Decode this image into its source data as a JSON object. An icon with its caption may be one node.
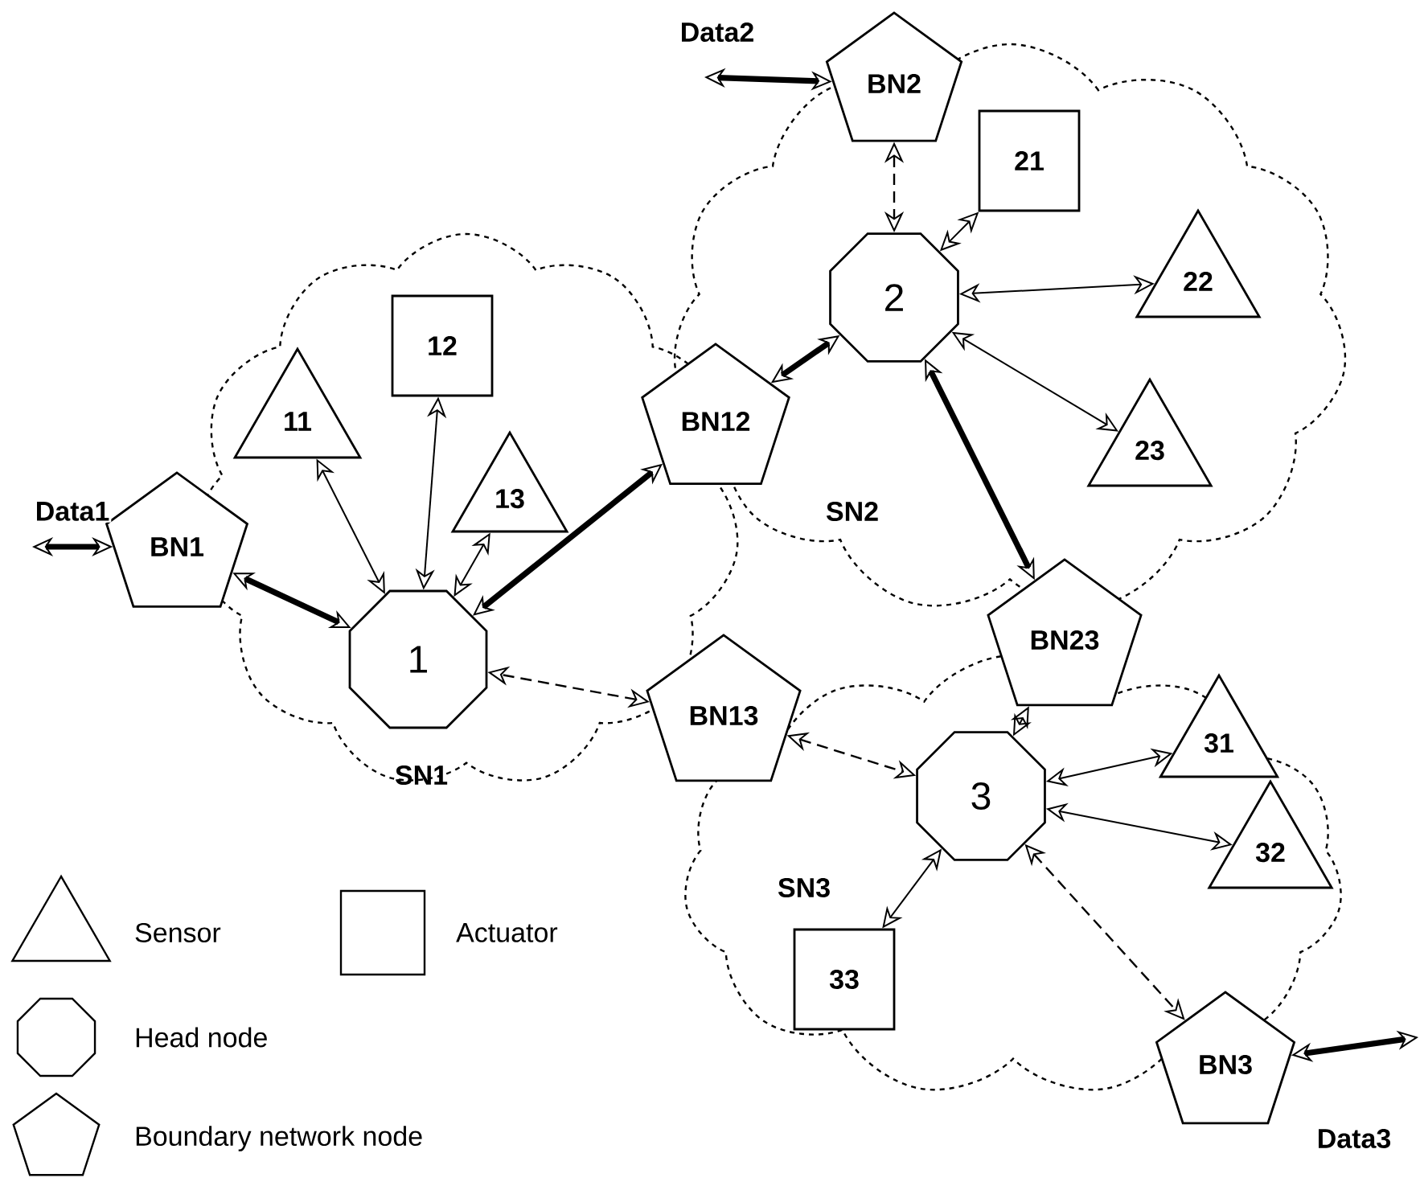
{
  "diagram": {
    "nodes": [
      {
        "text": [
          "SN1"
        ]
      },
      {
        "text": [
          "SN2"
        ]
      },
      {
        "text": [
          "SN3"
        ]
      },
      {
        "text": [
          "BN1"
        ]
      },
      {
        "text": [
          "1"
        ],
        "in": 0
      },
      {
        "text": [
          "11"
        ],
        "in": 0
      },
      {
        "text": [
          "12"
        ],
        "in": 0
      },
      {
        "text": [
          "13"
        ],
        "in": 0
      },
      {
        "text": [
          "BN12"
        ]
      },
      {
        "text": [
          "BN13"
        ]
      },
      {
        "text": [
          "BN2"
        ]
      },
      {
        "text": [
          "2"
        ],
        "in": 1
      },
      {
        "text": [
          "21"
        ],
        "in": 1
      },
      {
        "text": [
          "22"
        ],
        "in": 1
      },
      {
        "text": [
          "23"
        ],
        "in": 1
      },
      {
        "text": [
          "BN23"
        ]
      },
      {
        "text": [
          "3"
        ],
        "in": 2
      },
      {
        "text": [
          "31"
        ],
        "in": 2
      },
      {
        "text": [
          "32"
        ],
        "in": 2
      },
      {
        "text": [
          "33"
        ],
        "in": 2
      },
      {
        "text": [
          "BN3"
        ]
      }
    ],
    "edges": [
      {
        "from": 3,
        "to": null,
        "arrow": "both",
        "style": "thick",
        "label": "Data1"
      },
      {
        "from": 3,
        "to": 4,
        "arrow": "both",
        "style": "thick"
      },
      {
        "from": 4,
        "to": 5,
        "arrow": "both"
      },
      {
        "from": 4,
        "to": 6,
        "arrow": "both"
      },
      {
        "from": 4,
        "to": 7,
        "arrow": "both"
      },
      {
        "from": 4,
        "to": 8,
        "arrow": "both",
        "style": "thick"
      },
      {
        "from": 9,
        "to": 4,
        "arrow": "both",
        "style": "dashed"
      },
      {
        "from": 10,
        "to": null,
        "arrow": "both",
        "style": "thick",
        "label": "Data2"
      },
      {
        "from": 10,
        "to": 11,
        "arrow": "both",
        "style": "dashed"
      },
      {
        "from": 11,
        "to": 8,
        "arrow": "both",
        "style": "thick"
      },
      {
        "from": 11,
        "to": 12,
        "arrow": "both"
      },
      {
        "from": 11,
        "to": 13,
        "arrow": "both"
      },
      {
        "from": 11,
        "to": 14,
        "arrow": "both"
      },
      {
        "from": 11,
        "to": 15,
        "arrow": "both",
        "style": "thick"
      },
      {
        "from": 15,
        "to": 16,
        "arrow": "both"
      },
      {
        "from": 9,
        "to": 16,
        "arrow": "both",
        "style": "dashed"
      },
      {
        "from": 16,
        "to": 17,
        "arrow": "both"
      },
      {
        "from": 16,
        "to": 18,
        "arrow": "both"
      },
      {
        "from": 16,
        "to": 19,
        "arrow": "both"
      },
      {
        "from": 16,
        "to": 20,
        "arrow": "both",
        "style": "dashed"
      },
      {
        "from": 20,
        "to": null,
        "arrow": "both",
        "style": "thick",
        "label": "Data3"
      }
    ],
    "legend": [
      {
        "text": "Sensor"
      },
      {
        "text": "Actuator"
      },
      {
        "text": "Head node"
      },
      {
        "text": "Boundary network node"
      }
    ]
  }
}
